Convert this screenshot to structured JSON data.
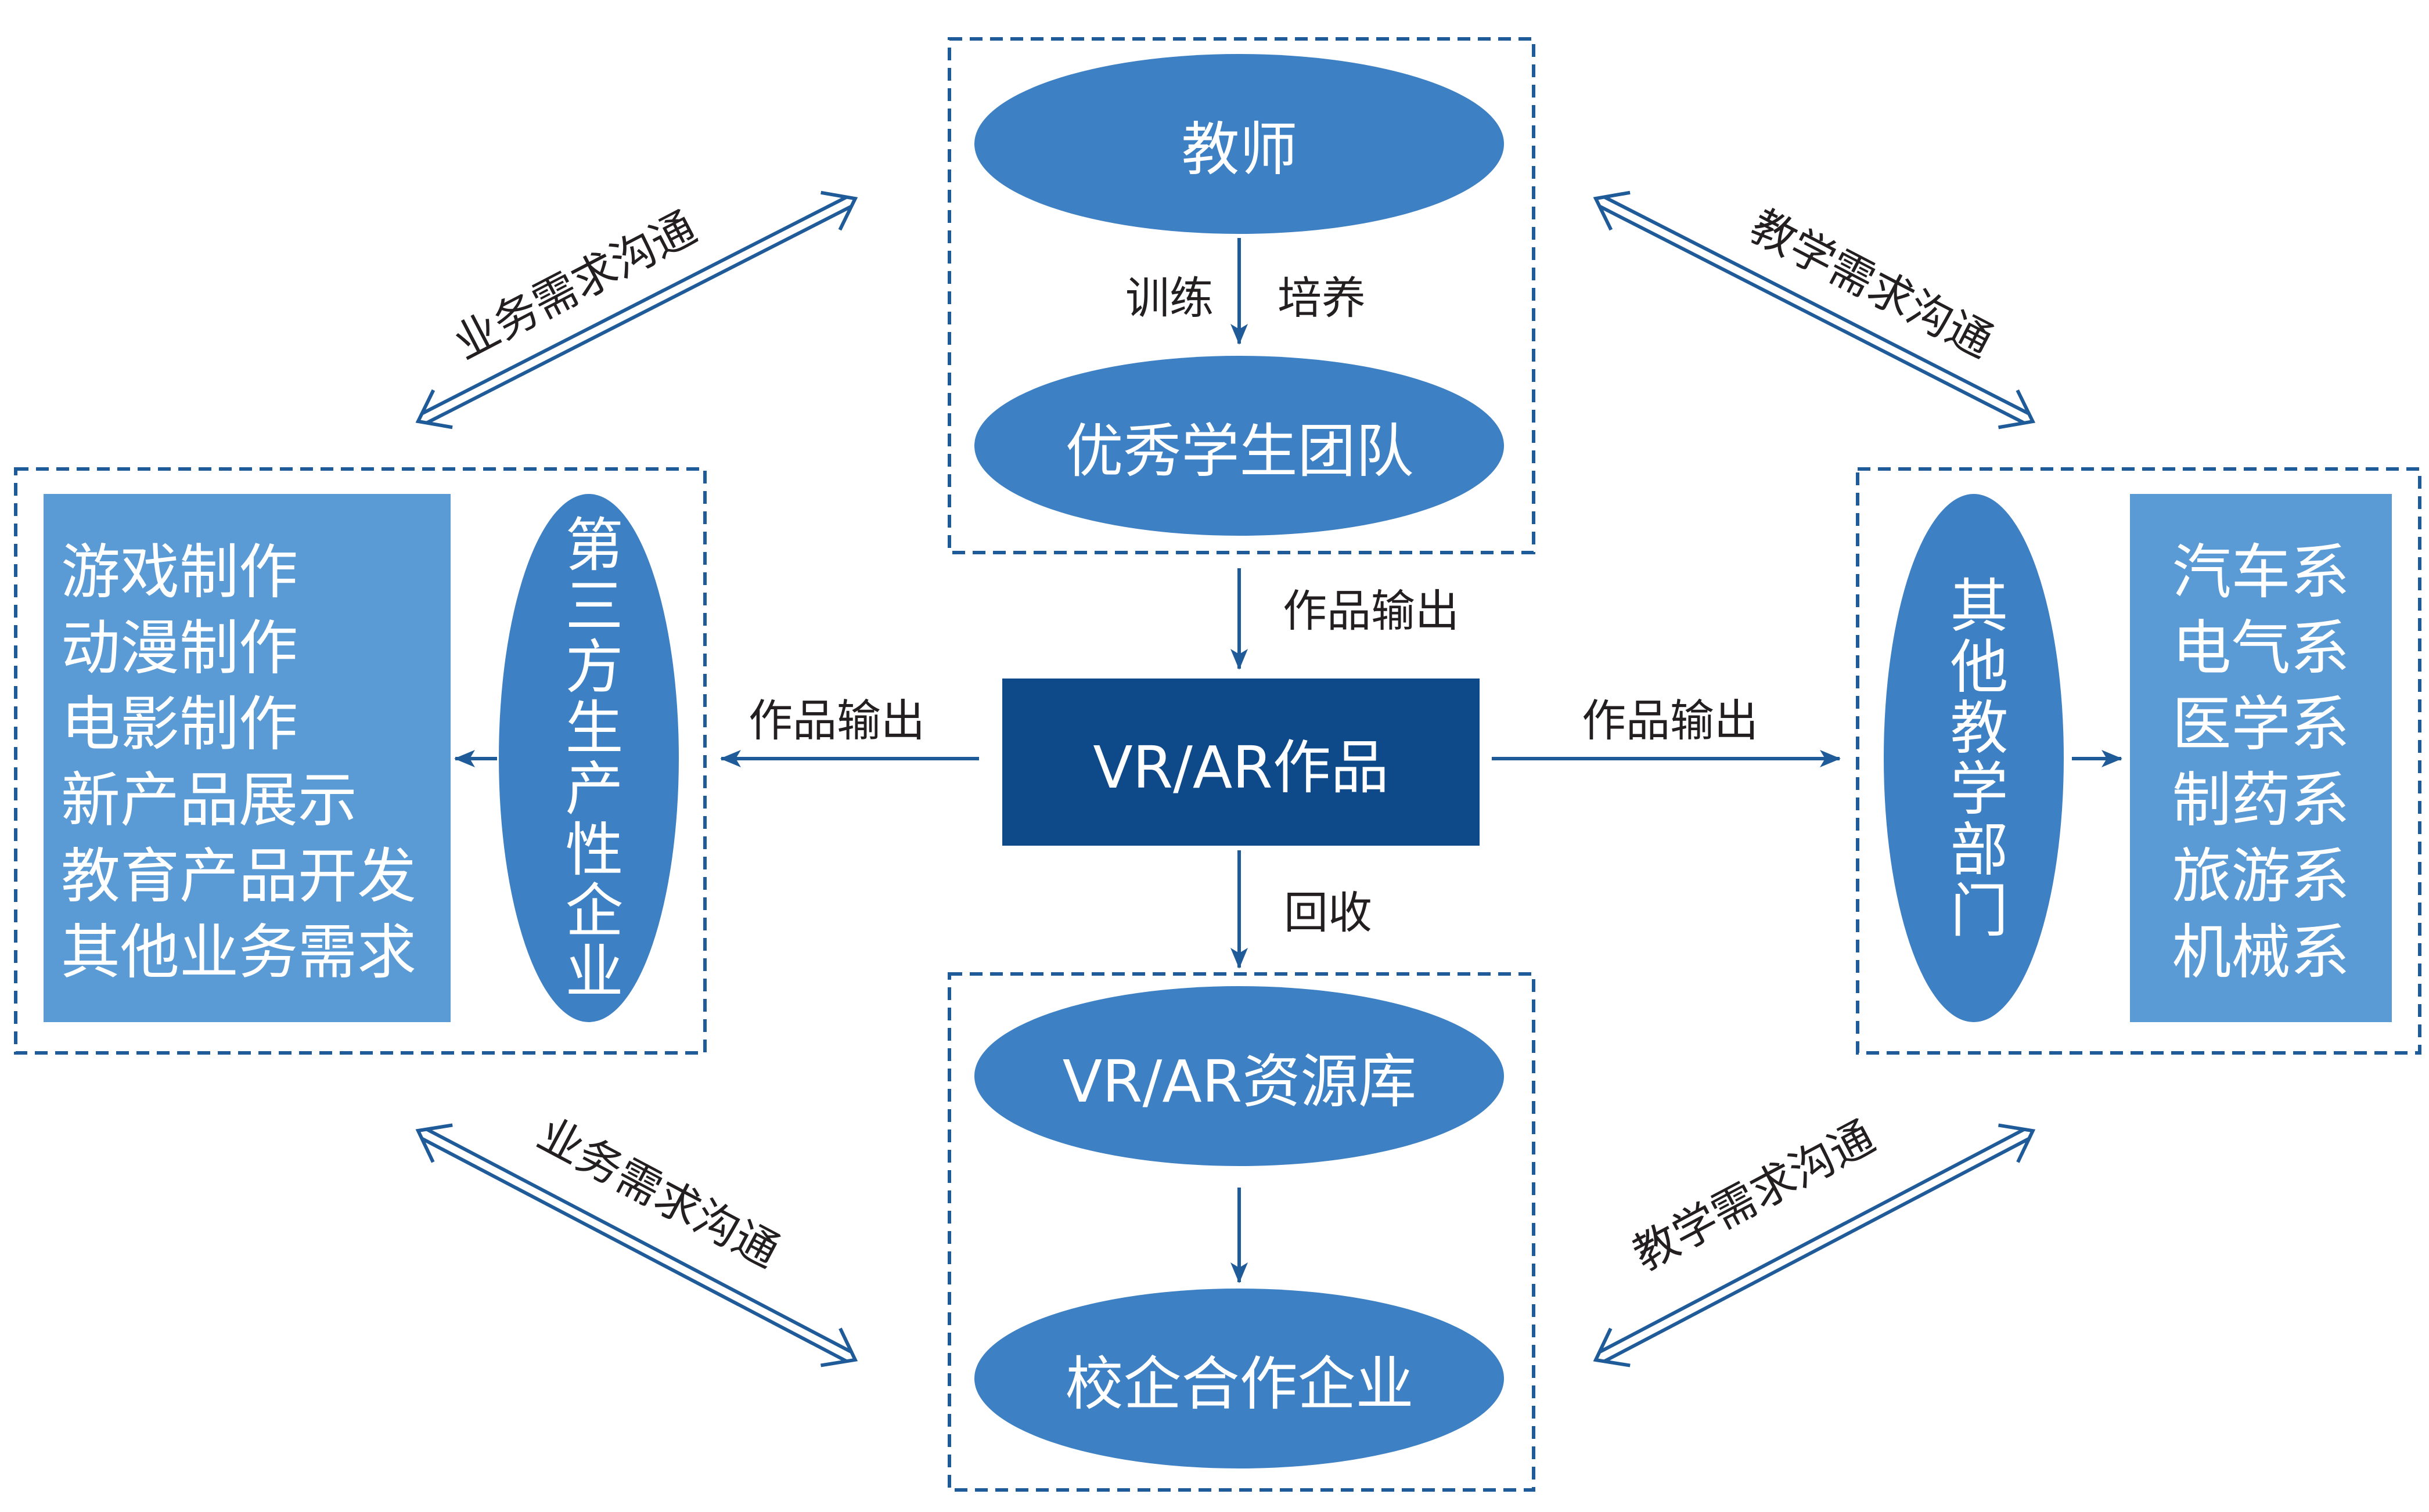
{
  "diagram": {
    "top_group": {
      "teacher": "教师",
      "train_label": "训练",
      "cultivate_label": "培养",
      "student_team": "优秀学生团队"
    },
    "center": {
      "title": "VR/AR作品",
      "output_up_label": "作品输出",
      "output_left_label": "作品输出",
      "output_right_label": "作品输出",
      "recycle_label": "回收"
    },
    "bottom_group": {
      "resource_library": "VR/AR资源库",
      "partner_enterprise": "校企合作企业"
    },
    "left_group": {
      "enterprise": "第三方生产性企业",
      "items": [
        "游戏制作",
        "动漫制作",
        "电影制作",
        "新产品展示",
        "教育产品开发",
        "其他业务需求"
      ]
    },
    "right_group": {
      "department": "其他教学部门",
      "items": [
        "汽车系",
        "电气系",
        "医学系",
        "制药系",
        "旅游系",
        "机械系"
      ]
    },
    "communication": {
      "top_left": "业务需求沟通",
      "top_right": "教学需求沟通",
      "bottom_left": "业务需求沟通",
      "bottom_right": "教学需求沟通"
    }
  },
  "colors": {
    "ellipse": "#3d80c3",
    "center_box": "#0e4a8a",
    "list_box": "#5b9bd5",
    "lines": "#1f5b98",
    "label_text": "#231f20"
  }
}
